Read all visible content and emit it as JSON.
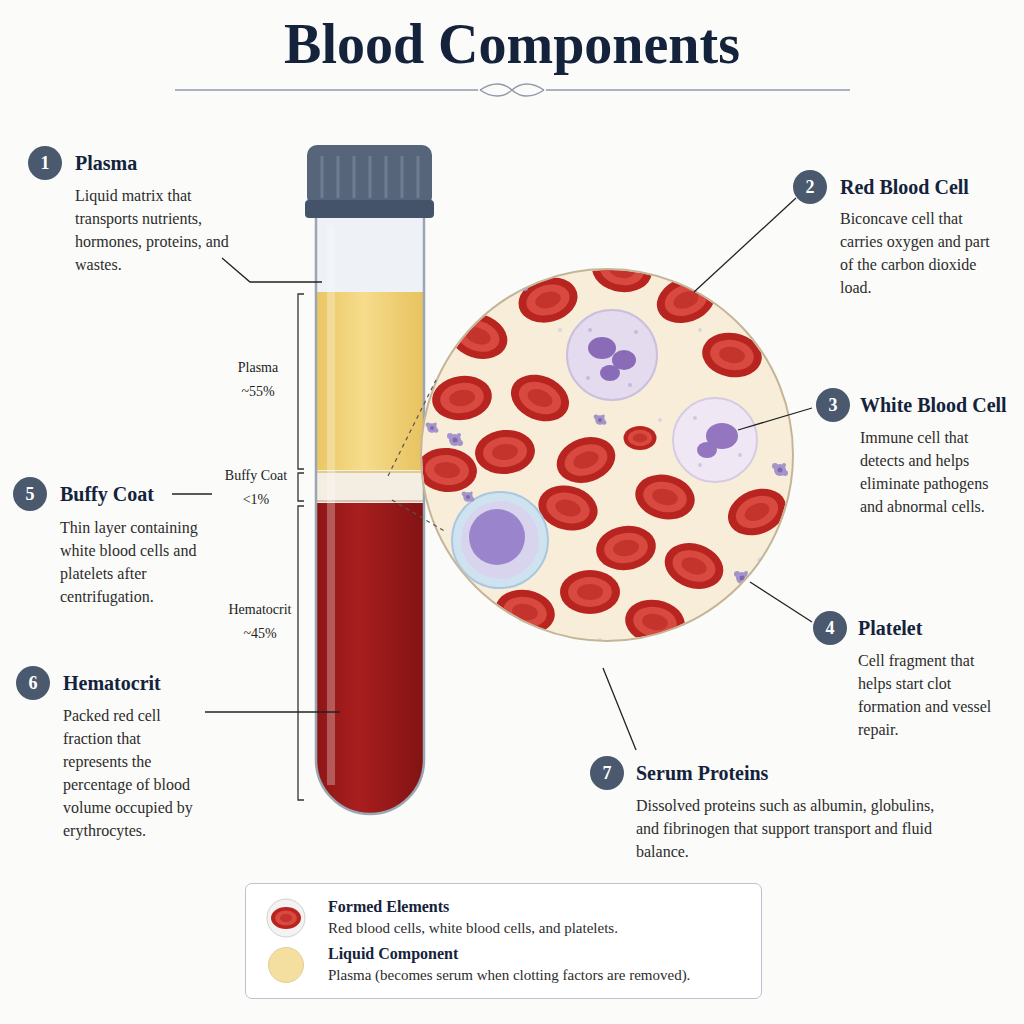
{
  "diagram": {
    "title": "Blood Components",
    "nodes": [
      {
        "text": [
          "1",
          "Plasma",
          "Liquid matrix that transports nutrients, hormones, proteins, and wastes."
        ]
      },
      {
        "text": [
          "2",
          "Red Blood Cell",
          "Biconcave cell that carries oxygen and part of the carbon dioxide load."
        ]
      },
      {
        "text": [
          "3",
          "White Blood Cell",
          "Immune cell that detects and helps eliminate pathogens and abnormal cells."
        ]
      },
      {
        "text": [
          "4",
          "Platelet",
          "Cell fragment that helps start clot formation and vessel repair."
        ]
      },
      {
        "text": [
          "5",
          "Buffy Coat",
          "Thin layer containing white blood cells and platelets after centrifugation."
        ]
      },
      {
        "text": [
          "6",
          "Hematocrit",
          "Packed red cell fraction that represents the percentage of blood volume occupied by erythrocytes."
        ]
      },
      {
        "text": [
          "7",
          "Serum Proteins",
          "Dissolved proteins such as albumin, globulins, and fibrinogen that support transport and fluid balance."
        ]
      }
    ],
    "labels": [
      "Plasma ~55%",
      "Buffy Coat <1%",
      "Hematocrit ~45%",
      "Red blood cells, white blood cells, and platelets.",
      "Plasma (becomes serum when clotting factors are removed)."
    ],
    "legend": [
      {
        "text": "Formed Elements"
      },
      {
        "text": "Liquid Component",
        "color": "#f4dfa0"
      }
    ]
  }
}
